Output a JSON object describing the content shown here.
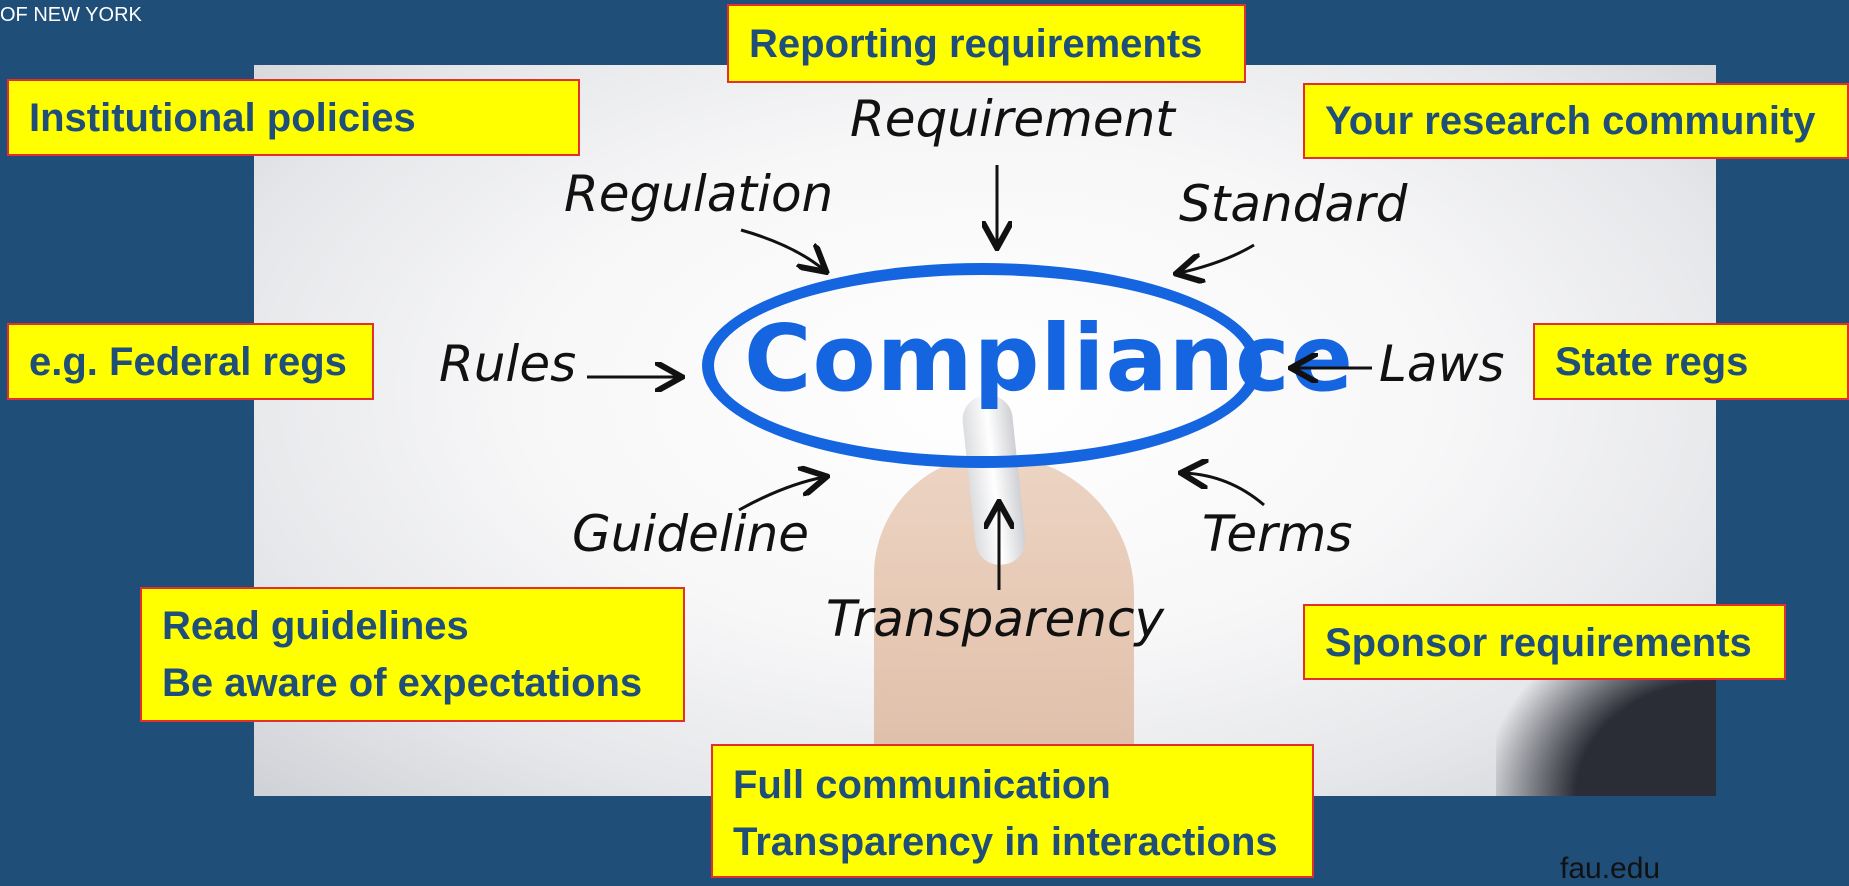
{
  "header": {
    "institution_fragment": "OF NEW YORK"
  },
  "image": {
    "center_word": "Compliance",
    "words": {
      "requirement": "Requirement",
      "regulation": "Regulation",
      "standard": "Standard",
      "rules": "Rules",
      "laws": "Laws",
      "guideline": "Guideline",
      "terms": "Terms",
      "transparency": "Transparency"
    },
    "colors": {
      "ellipse": "#1565e0",
      "background": "#1f4e79"
    }
  },
  "callouts": {
    "reporting": "Reporting requirements",
    "institutional": "Institutional policies",
    "research_community": "Your research community",
    "federal": "e.g. Federal regs",
    "state": "State regs",
    "read_guidelines_1": "Read guidelines",
    "read_guidelines_2": "Be aware of expectations",
    "sponsor": "Sponsor requirements",
    "communication_1": "Full communication",
    "communication_2": "Transparency in interactions"
  },
  "footer": {
    "url": "fau.edu"
  }
}
